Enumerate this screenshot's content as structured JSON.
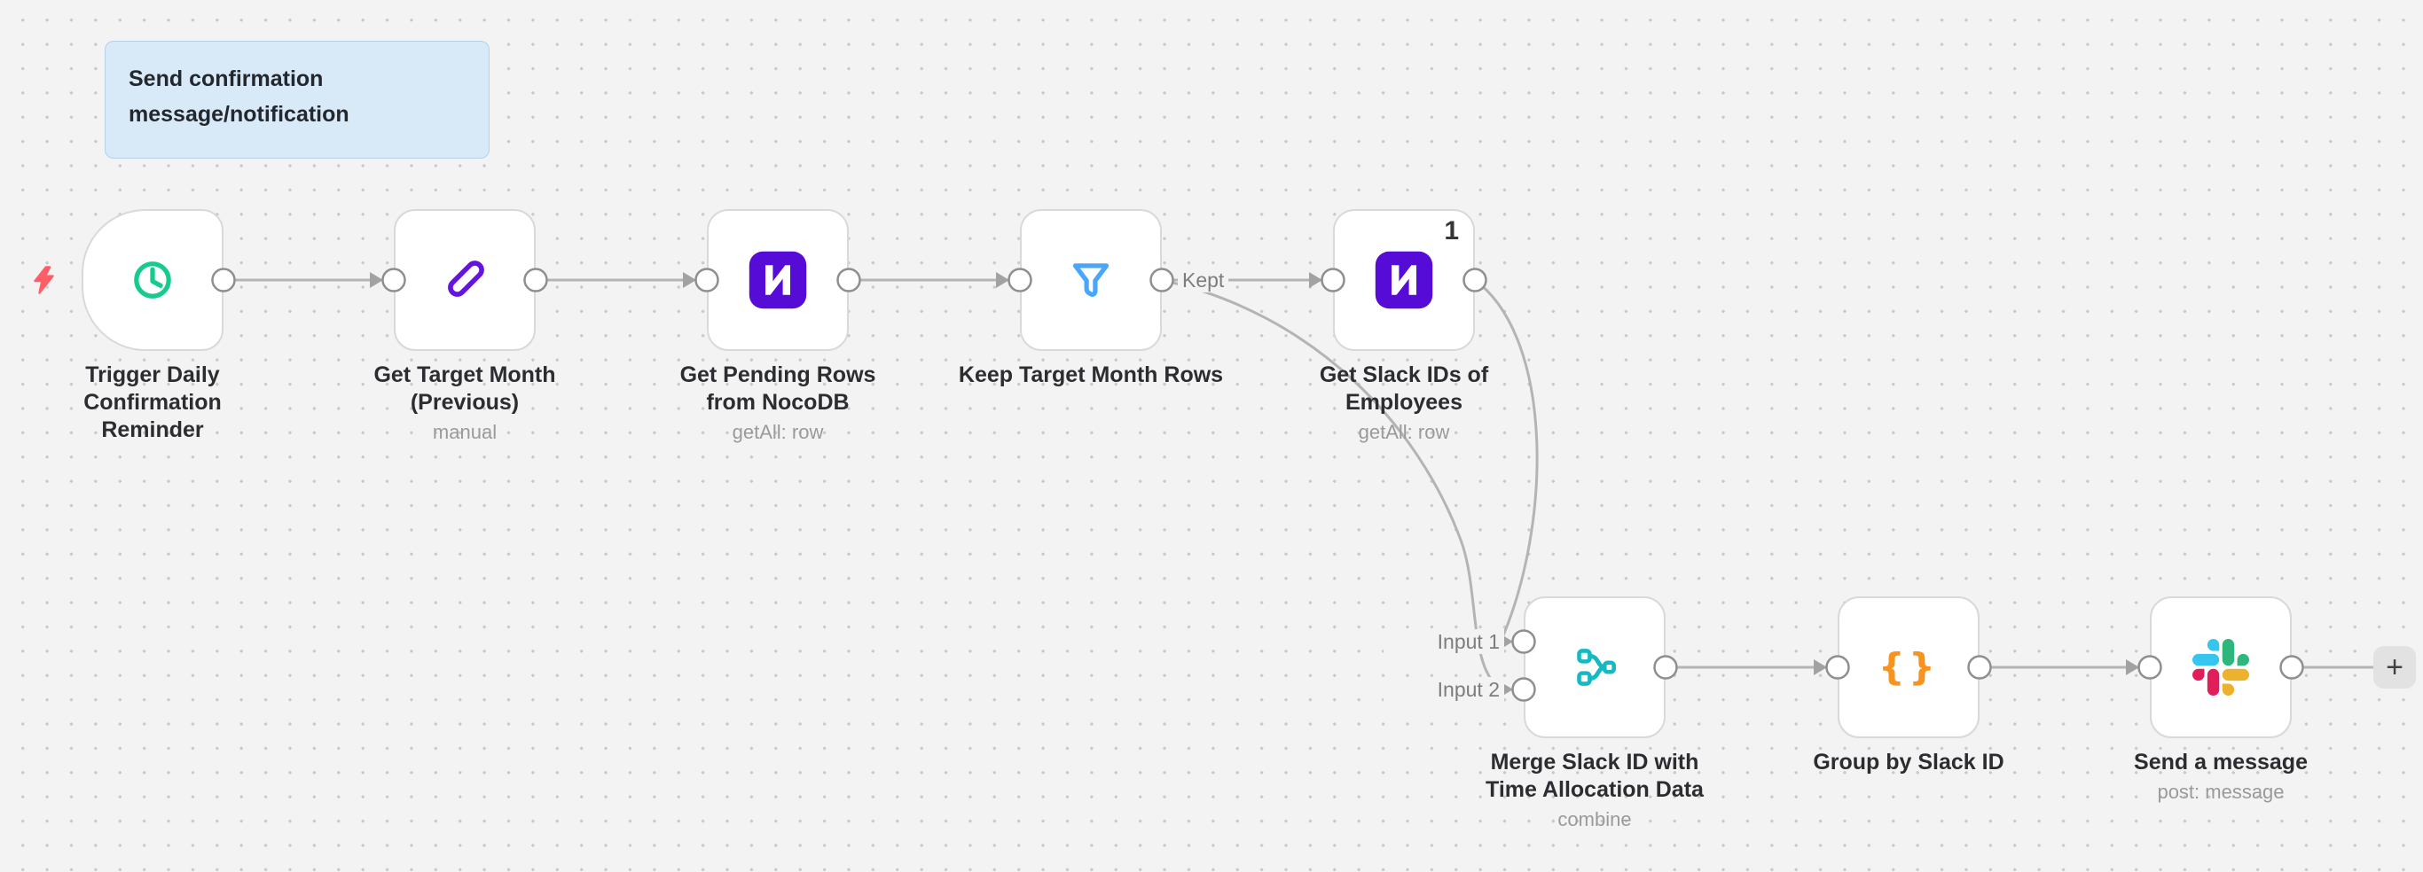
{
  "sticky_note": {
    "text": "Send confirmation message/notification"
  },
  "nodes": [
    {
      "label": "Trigger Daily Confirmation Reminder",
      "subtitle": "",
      "icon": "clock",
      "kind": "trigger"
    },
    {
      "label": "Get Target Month (Previous)",
      "subtitle": "manual",
      "icon": "pencil"
    },
    {
      "label": "Get Pending Rows from NocoDB",
      "subtitle": "getAll: row",
      "icon": "nocodb"
    },
    {
      "label": "Keep Target Month Rows",
      "subtitle": "",
      "icon": "filter",
      "output_label": "Kept"
    },
    {
      "label": "Get Slack IDs of Employees",
      "subtitle": "getAll: row",
      "icon": "nocodb",
      "items_count": "1"
    },
    {
      "label": "Merge Slack ID with Time Allocation Data",
      "subtitle": "combine",
      "icon": "merge",
      "input_labels": [
        "Input 1",
        "Input 2"
      ]
    },
    {
      "label": "Group by Slack ID",
      "subtitle": "",
      "icon": "code-braces"
    },
    {
      "label": "Send a message",
      "subtitle": "post: message",
      "icon": "slack"
    }
  ],
  "connection_labels": {
    "kept": "Kept",
    "input1": "Input 1",
    "input2": "Input 2"
  },
  "add_button": {
    "label": "+"
  },
  "colors": {
    "canvas_bg": "#f3f3f3",
    "node_border": "#d9d9d9",
    "connection_gray": "#b4b4b4",
    "nocodb_purple": "#560bd6",
    "set_purple": "#6613e0",
    "filter_blue": "#4aa6fa",
    "trigger_green": "#17cb8e",
    "merge_teal": "#15b9c4",
    "code_orange": "#f8941e",
    "bolt_red": "#ff5e66",
    "sticky_bg": "#d8e9f8",
    "slack_blue": "#36c5f0",
    "slack_green": "#2eb67d",
    "slack_yellow": "#ecb22e",
    "slack_red": "#e01e5a"
  }
}
